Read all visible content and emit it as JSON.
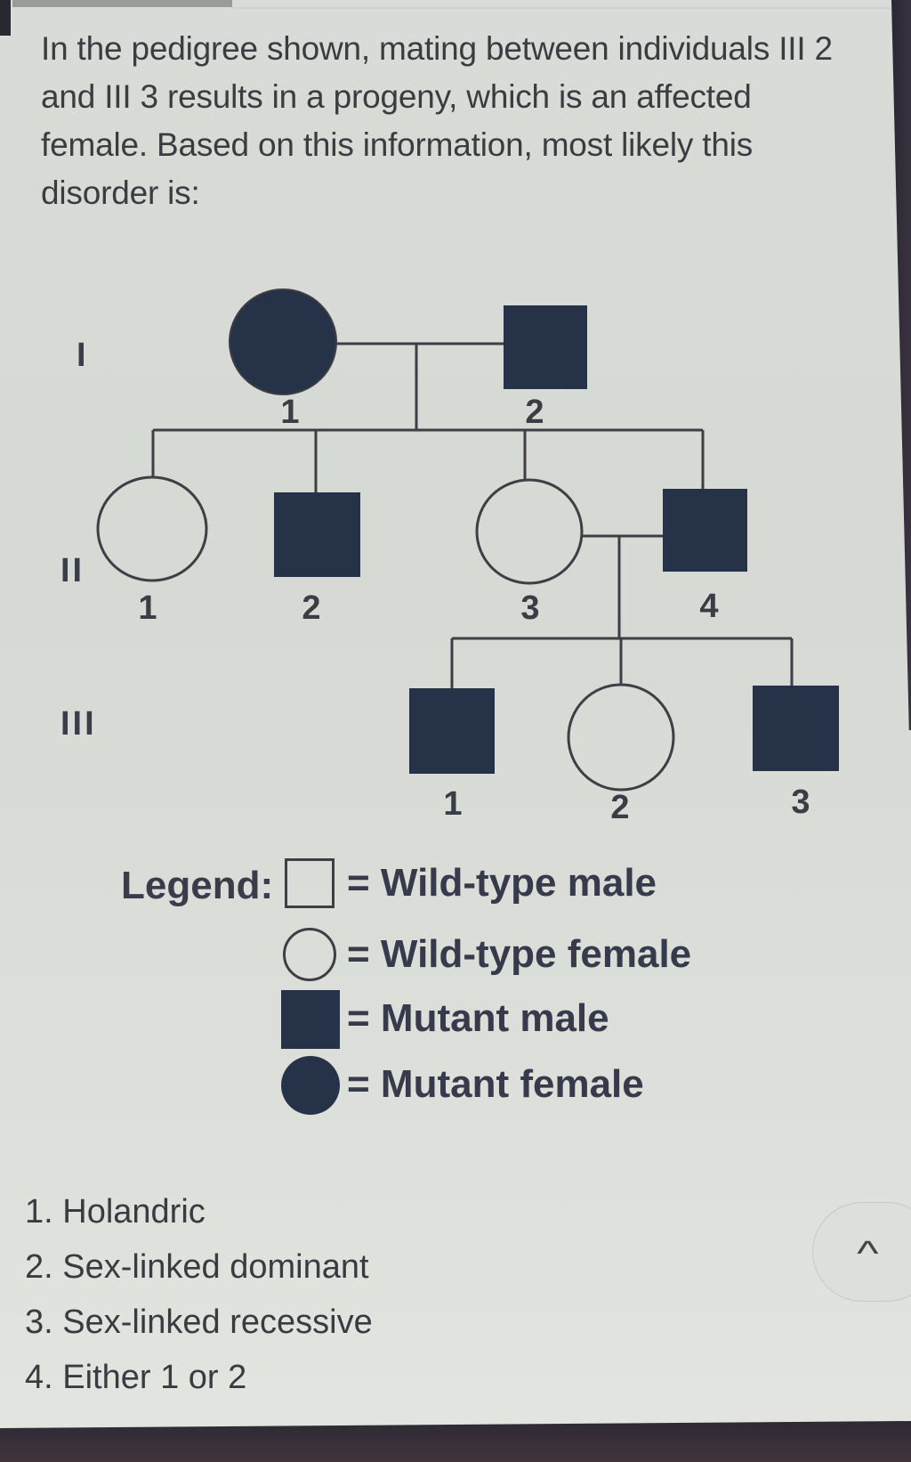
{
  "question": {
    "text": "In the pedigree shown, mating between individuals III 2 and III 3 results in a progeny, which is an affected female. Based on this information, most likely this disorder is:"
  },
  "pedigree": {
    "generations": [
      "I",
      "II",
      "III"
    ],
    "individuals": {
      "I-1": {
        "number": "1",
        "sex": "female",
        "status": "mutant"
      },
      "I-2": {
        "number": "2",
        "sex": "male",
        "status": "mutant"
      },
      "II-1": {
        "number": "1",
        "sex": "female",
        "status": "wild-type"
      },
      "II-2": {
        "number": "2",
        "sex": "male",
        "status": "mutant"
      },
      "II-3": {
        "number": "3",
        "sex": "female",
        "status": "wild-type"
      },
      "II-4": {
        "number": "4",
        "sex": "male",
        "status": "mutant"
      },
      "III-1": {
        "number": "1",
        "sex": "male",
        "status": "mutant"
      },
      "III-2": {
        "number": "2",
        "sex": "female",
        "status": "wild-type"
      },
      "III-3": {
        "number": "3",
        "sex": "male",
        "status": "mutant"
      }
    },
    "matings": [
      [
        "I-1",
        "I-2"
      ],
      [
        "II-3",
        "II-4"
      ]
    ],
    "colors": {
      "filled": "#263248",
      "line": "#3e3e44"
    }
  },
  "legend": {
    "title": "Legend:",
    "items": [
      {
        "symbol": "open-square",
        "label": "= Wild-type male"
      },
      {
        "symbol": "open-circle",
        "label": "= Wild-type female"
      },
      {
        "symbol": "filled-square",
        "label": "= Mutant male"
      },
      {
        "symbol": "filled-circle",
        "label": "= Mutant female"
      }
    ]
  },
  "options": [
    "1. Holandric",
    "2. Sex-linked dominant",
    "3. Sex-linked recessive",
    "4. Either 1 or 2"
  ],
  "scroll_top": {
    "icon": "chevron-up-icon",
    "glyph": "^"
  }
}
